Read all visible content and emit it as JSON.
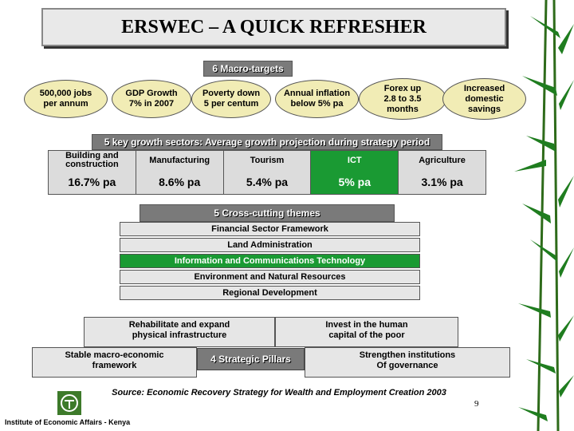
{
  "title": "ERSWEC – A QUICK REFRESHER",
  "macro": {
    "header": "6 Macro-targets",
    "targets": [
      {
        "line1": "500,000 jobs",
        "line2": "per annum"
      },
      {
        "line1": "GDP Growth",
        "line2": "7% in 2007"
      },
      {
        "line1": "Poverty down",
        "line2": "5 per centum"
      },
      {
        "line1": "Annual inflation",
        "line2": "below 5% pa"
      },
      {
        "line1": "Forex up",
        "line2": "2.8 to 3.5",
        "line3": "months"
      },
      {
        "line1": "Increased",
        "line2": "domestic",
        "line3": "savings"
      }
    ]
  },
  "sectors": {
    "header": "5 key growth sectors: Average growth projection during strategy period",
    "items": [
      {
        "name_line1": "Building and",
        "name_line2": "construction",
        "value": "16.7% pa"
      },
      {
        "name_line1": "Manufacturing",
        "name_line2": "",
        "value": "8.6% pa"
      },
      {
        "name_line1": "Tourism",
        "name_line2": "",
        "value": "5.4% pa"
      },
      {
        "name_line1": "ICT",
        "name_line2": "",
        "value": "5% pa",
        "highlight": true
      },
      {
        "name_line1": "Agriculture",
        "name_line2": "",
        "value": "3.1% pa"
      }
    ],
    "highlight_color": "#1a9a33"
  },
  "cross_cutting": {
    "header": "5 Cross-cutting themes",
    "items": [
      "Financial Sector Framework",
      "Land Administration",
      "Information and Communications Technology",
      "Environment and Natural Resources",
      "Regional Development"
    ]
  },
  "pillars": {
    "center": "4 Strategic Pillars",
    "top_left": {
      "line1": "Rehabilitate and expand",
      "line2": "physical infrastructure"
    },
    "top_right": {
      "line1": "Invest in the human",
      "line2": "capital of the poor"
    },
    "bottom_left": {
      "line1": "Stable macro-economic",
      "line2": "framework"
    },
    "bottom_right": {
      "line1": "Strengthen institutions",
      "line2": "Of governance"
    }
  },
  "source": "Source: Economic Recovery Strategy for Wealth and Employment Creation 2003",
  "page_number": "9",
  "footer": "Institute of Economic Affairs   - Kenya",
  "colors": {
    "oval_fill": "#f1ecb5",
    "dark_bar": "#7a7a7a",
    "ict_green": "#1a9a33"
  }
}
